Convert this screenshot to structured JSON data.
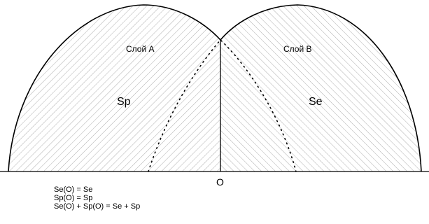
{
  "diagram": {
    "layer_a_label": "Слой А",
    "layer_b_label": "Слой В",
    "left_area_label": "Sp",
    "right_area_label": "Se",
    "origin_label": "O"
  },
  "equations": [
    "Se(O) = Se",
    "Sp(O) = Sp",
    "Se(O) + Sp(O) = Se + Sp"
  ],
  "colors": {
    "stroke": "#000000",
    "hatch": "#8c8c8c",
    "background": "#ffffff"
  }
}
